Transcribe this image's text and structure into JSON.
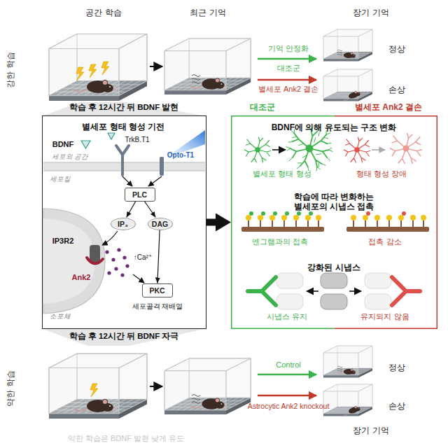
{
  "diagram": {
    "nodes": [
      {
        "text": [
          "별세포 형태 형성 기전"
        ]
      },
      {
        "text": [
          "PLC"
        ],
        "in": 0
      },
      {
        "text": [
          "IP₃"
        ],
        "in": 0
      },
      {
        "text": [
          "DAG"
        ],
        "in": 0
      },
      {
        "text": [
          "PKC"
        ],
        "in": 0
      },
      {
        "text": [
          "대조군",
          "별세포 Ank2 결손",
          "BDNF에 의해 유도되는 구조 변화",
          "별세포 형태 형성",
          "형태 형성 장애",
          "학습에 따라 변화하는 별세포의 시냅스 접촉",
          "엔그램과의 접촉",
          "접촉 감소",
          "강화된 시냅스",
          "시냅스 유지",
          "유지되지 않음"
        ]
      }
    ],
    "edges": [
      {
        "from": 1,
        "to": 2,
        "arrow": "to"
      },
      {
        "from": 1,
        "to": 3,
        "arrow": "to"
      },
      {
        "from": 3,
        "to": 4,
        "arrow": "to"
      },
      {
        "from": 0,
        "to": 5,
        "arrow": "to"
      }
    ],
    "labels": [
      "강한 학습",
      "공간 학습",
      "최근 기억",
      "장기 기억",
      "기억 안정화",
      "대조군",
      "별세포 Ank2 결손",
      "정상",
      "손상",
      "학습 후 12시간 뒤 BDNF 발현",
      "BDNF",
      "TrkB.T1",
      "Opto-T1",
      "세포외 공간",
      "세포질",
      "IP3R2",
      "Ank2",
      "↑Ca²⁺",
      "소포체",
      "세포골격 재배열",
      "학습 후 12시간 뒤 BDNF 자극",
      "약한 학습",
      "Control",
      "Astrocytic Ank2 knockout",
      "정상",
      "손상",
      "장기 기억",
      "약한 학습은 BDNF 발현 낮게 유도"
    ]
  }
}
